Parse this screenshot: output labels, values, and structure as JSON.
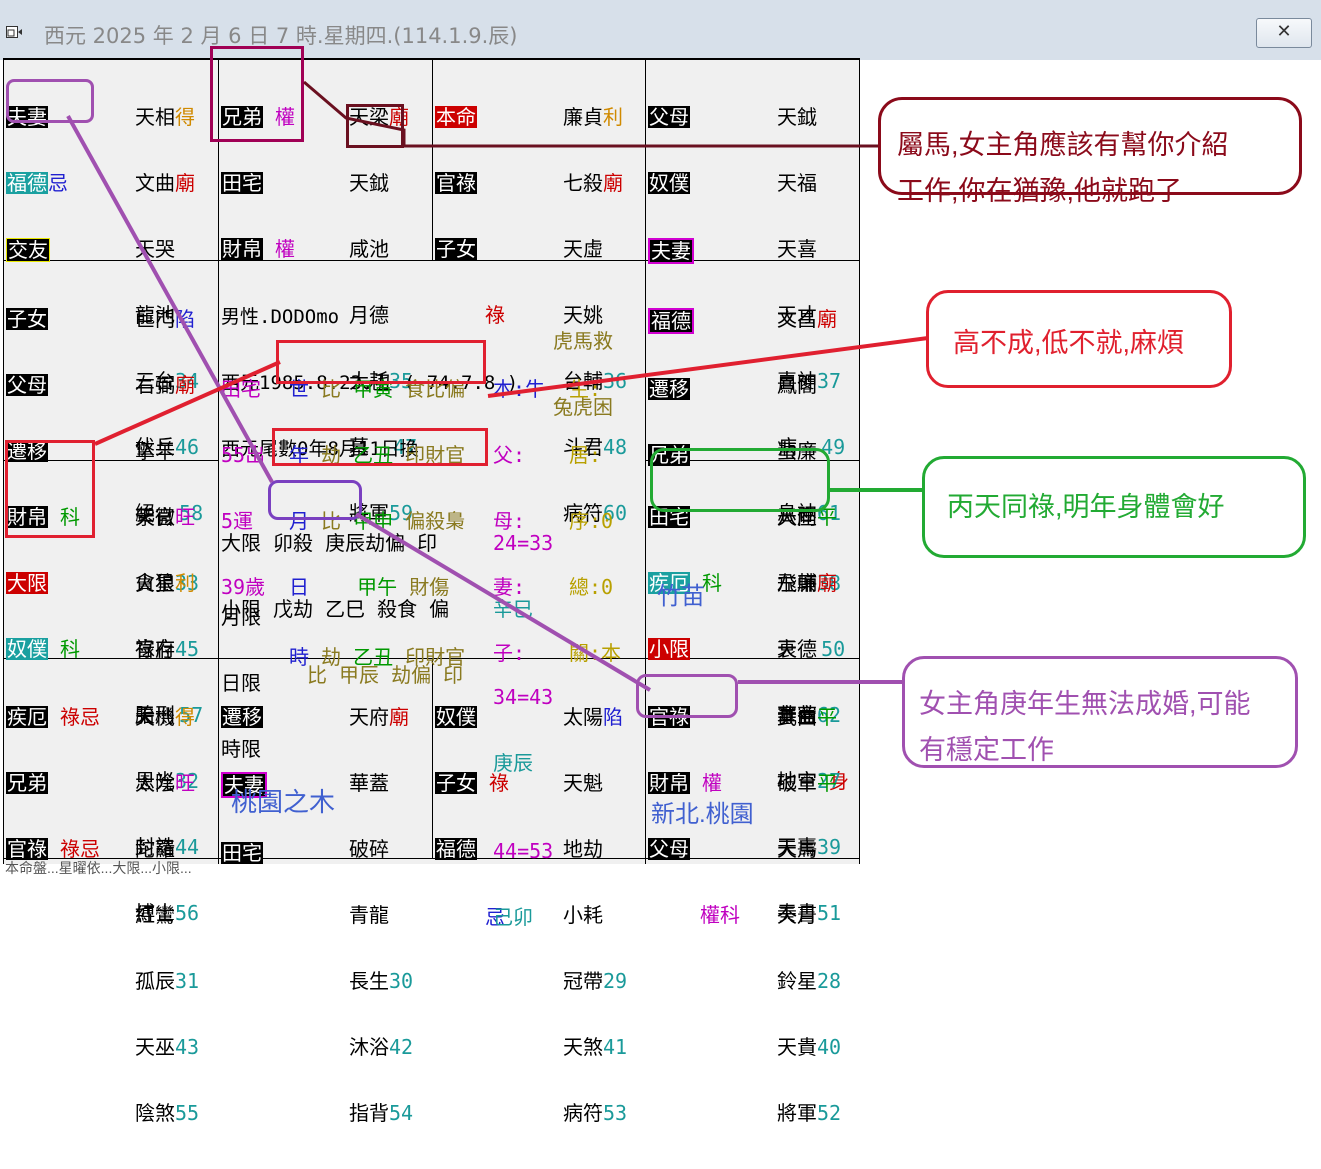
{
  "window": {
    "title": "西元 2025 年 2 月 6 日 7 時.星期四.(114.1.9.辰)",
    "close_label": "✕"
  },
  "palaces": {
    "top_left": {
      "tags": [
        "夫妻",
        "福德",
        "交友"
      ],
      "tag_mark": "忌",
      "stars": [
        "天相",
        "文曲",
        "天哭",
        "龍池",
        "三台",
        "伏兵",
        "絕"
      ],
      "star_marks": [
        "得",
        "廟"
      ],
      "numbers": [
        "34",
        "46",
        "58"
      ]
    },
    "top_mid_left": {
      "tags": [
        "兄弟",
        "田宅",
        "財帛"
      ],
      "tag_marks": [
        "權",
        "權"
      ],
      "stars": [
        "天梁",
        "天鉞",
        "咸池",
        "月德",
        "大耗",
        "墓",
        "將軍"
      ],
      "star_marks": [
        "廟"
      ],
      "numbers": [
        "35",
        "47",
        "59"
      ]
    },
    "top_mid_right": {
      "tags": [
        "本命",
        "官祿",
        "子女"
      ],
      "tag_mark": "祿",
      "stars": [
        "廉貞",
        "七殺",
        "天虛",
        "天姚",
        "台輔",
        "斗君",
        "病符"
      ],
      "star_marks": [
        "利",
        "廟"
      ],
      "numbers": [
        "36",
        "48",
        "60"
      ]
    },
    "top_right": {
      "tags": [
        "父母",
        "奴僕",
        "夫妻"
      ],
      "stars": [
        "天鉞",
        "天福",
        "天喜",
        "天才",
        "喜神",
        "病",
        "息神"
      ],
      "numbers": [
        "37",
        "49",
        "61"
      ]
    },
    "mid_left_top": {
      "tags": [
        "子女",
        "父母",
        "遷移"
      ],
      "stars": [
        "巨門",
        "右弼",
        "擎羊",
        "天官",
        "火星",
        "官府",
        "胎"
      ],
      "star_marks": [
        "陷",
        "廟"
      ],
      "numbers": [
        "33",
        "45",
        "57"
      ]
    },
    "mid_left_bottom": {
      "tags": [
        "財帛",
        "大限",
        "奴僕"
      ],
      "tag_marks": [
        "科",
        "科"
      ],
      "stars": [
        "紫微",
        "貪狼",
        "祿存",
        "天刑",
        "恩光",
        "封誥",
        "博士"
      ],
      "star_marks": [
        "旺",
        "利"
      ],
      "numbers": [
        "32",
        "44",
        "56"
      ]
    },
    "mid_right_top": {
      "tags": [
        "福德",
        "遷移",
        "兄弟"
      ],
      "stars": [
        "文昌",
        "鳳閣",
        "蜚廉",
        "八座",
        "飛廉",
        "衰",
        "華蓋"
      ],
      "star_marks": [
        "廟"
      ],
      "numbers": [
        "38",
        "50",
        "62"
      ],
      "body_mark": "身"
    },
    "mid_right_bottom": {
      "tags": [
        "田宅",
        "疾厄",
        "小限"
      ],
      "tag_mark": "科",
      "stars": [
        "天同",
        "左輔",
        "天德",
        "寡宿",
        "地空",
        "天壽",
        "奏書"
      ],
      "star_marks": [
        "平",
        "廟"
      ],
      "numbers": [
        "27",
        "39",
        "51"
      ],
      "note": "竹苗"
    },
    "bottom_left": {
      "tags": [
        "疾厄",
        "兄弟",
        "官祿"
      ],
      "tag_marks": [
        "祿忌",
        "祿忌"
      ],
      "stars": [
        "天機",
        "太陰",
        "陀羅",
        "紅鸞",
        "孤辰",
        "天巫",
        "陰煞"
      ],
      "star_marks": [
        "得",
        "旺"
      ],
      "numbers": [
        "31",
        "43",
        "55"
      ]
    },
    "bottom_mid_left": {
      "tags": [
        "遷移",
        "夫妻",
        "田宅"
      ],
      "stars": [
        "天府",
        "華蓋",
        "破碎",
        "青龍",
        "長生",
        "沐浴",
        "指背"
      ],
      "star_marks": [
        "廟"
      ],
      "numbers": [
        "30",
        "42",
        "54"
      ],
      "note": "桃園之木"
    },
    "bottom_mid_right": {
      "tags": [
        "奴僕",
        "子女",
        "福德"
      ],
      "tag_marks": [
        "祿",
        "忌"
      ],
      "stars": [
        "太陽",
        "天魁",
        "地劫",
        "小耗",
        "冠帶",
        "天煞",
        "病符"
      ],
      "star_marks": [
        "陷"
      ],
      "numbers": [
        "29",
        "41",
        "53"
      ]
    },
    "bottom_right": {
      "tags": [
        "官祿",
        "財帛",
        "父母"
      ],
      "tag_mark": "權",
      "extra_marks": "權科",
      "stars": [
        "武曲",
        "破軍",
        "天馬",
        "天月",
        "鈴星",
        "天貴",
        "將軍"
      ],
      "star_marks": [
        "平",
        "平"
      ],
      "numbers": [
        "28",
        "40",
        "52"
      ],
      "note": "新北.桃園"
    }
  },
  "center": {
    "line1": "男性.DODOmo",
    "line2": "西元1985.8.23.丑 ( 74.7.8 )",
    "line3": "西元尾數0年8月11日換",
    "right_a": "虎馬救",
    "right_b": "兔虎困",
    "left_labels": [
      "田宅",
      "55出",
      "5運",
      "39歲"
    ],
    "pillar_rows": [
      {
        "label": "世",
        "a": "比",
        "b": "甲寅",
        "c": "食比偏"
      },
      {
        "label": "年",
        "a": "劫",
        "b": "乙丑",
        "c": "印財官"
      },
      {
        "label": "月",
        "a": "比",
        "b": "甲申",
        "c": "偏殺梟"
      },
      {
        "label": "日",
        "a": "",
        "b": "甲午",
        "c": "財傷"
      },
      {
        "label": "時",
        "a": "劫",
        "b": "乙丑",
        "c": "印財官"
      }
    ],
    "rel_labels": [
      "本:牛",
      "父:",
      "母:",
      "妻:",
      "子:"
    ],
    "rel_values": [
      "生:",
      "居:",
      "序:0",
      "總:0",
      "關:本"
    ],
    "daxian_row": "大限 卯殺 庚辰劫偏 印",
    "xiaoxian_row": "小限 戊劫 乙巳 殺食 偏",
    "third_row": "比 甲辰 劫偏 印",
    "range_labels": [
      "24=33",
      "辛巳",
      "34=43",
      "庚辰",
      "44=53",
      "己卯"
    ],
    "month_labels": [
      "月限",
      "日限",
      "時限"
    ]
  },
  "annotations": [
    {
      "text_1": "屬馬,女主角應該有幫你介紹",
      "text_2": "工作,你在猶豫,他就跑了",
      "color": "#8b0a1a"
    },
    {
      "text_1": "高不成,低不就,麻煩",
      "color": "#e0202e"
    },
    {
      "text_1": "丙天同祿,明年身體會好",
      "color": "#22aa33"
    },
    {
      "text_1": "女主角庚年生無法成婚,可能",
      "text_2": "有穩定工作",
      "color": "#a050b0"
    }
  ],
  "footer_text": "本命盤...星曜依...大限...小限..."
}
